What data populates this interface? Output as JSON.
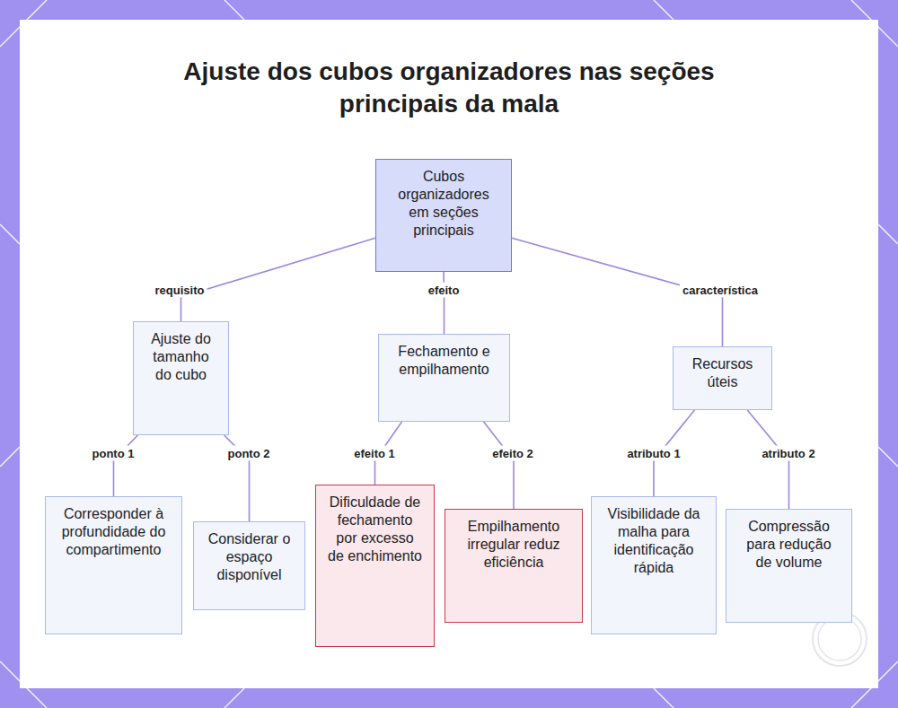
{
  "diagram": {
    "title": "Ajuste dos cubos organizadores nas seções principais da mala",
    "nodes": [
      {
        "text": [
          "Cubos organizadores em seções principais"
        ]
      },
      {
        "text": [
          "Ajuste do tamanho do cubo"
        ]
      },
      {
        "text": [
          "Fechamento e empilhamento"
        ]
      },
      {
        "text": [
          "Recursos úteis"
        ]
      },
      {
        "text": [
          "Corresponder à profundidade do compartimento"
        ]
      },
      {
        "text": [
          "Considerar o espaço disponível"
        ]
      },
      {
        "text": [
          "Dificuldade de fechamento por excesso de enchimento"
        ]
      },
      {
        "text": [
          "Empilhamento irregular reduz eficiência"
        ]
      },
      {
        "text": [
          "Visibilidade da malha para identificação rápida"
        ]
      },
      {
        "text": [
          "Compressão para redução de volume"
        ]
      }
    ],
    "edges": [
      {
        "from": 0,
        "to": 1,
        "label": "requisito",
        "arrow": "none"
      },
      {
        "from": 0,
        "to": 2,
        "label": "efeito",
        "arrow": "none"
      },
      {
        "from": 0,
        "to": 3,
        "label": "característica",
        "arrow": "none"
      },
      {
        "from": 1,
        "to": 4,
        "label": "ponto 1",
        "arrow": "none"
      },
      {
        "from": 1,
        "to": 5,
        "label": "ponto 2",
        "arrow": "none"
      },
      {
        "from": 2,
        "to": 6,
        "label": "efeito 1",
        "arrow": "none"
      },
      {
        "from": 2,
        "to": 7,
        "label": "efeito 2",
        "arrow": "none"
      },
      {
        "from": 3,
        "to": 8,
        "label": "atributo 1",
        "arrow": "none"
      },
      {
        "from": 3,
        "to": 9,
        "label": "atributo 2",
        "arrow": "none"
      }
    ]
  }
}
